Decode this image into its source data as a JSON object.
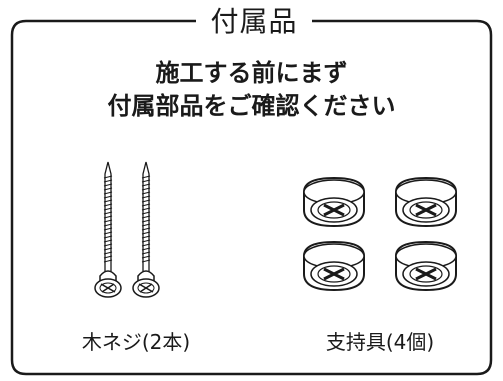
{
  "title": "付属品",
  "instructions": {
    "line1": "施工する前にまず",
    "line2": "付属部品をご確認ください"
  },
  "items": [
    {
      "label": "木ネジ(2本)",
      "icon": "screw-icon"
    },
    {
      "label": "支持具(4個)",
      "icon": "support-foot-icon"
    }
  ],
  "colors": {
    "line": "#1a1a1a",
    "background": "#ffffff"
  }
}
